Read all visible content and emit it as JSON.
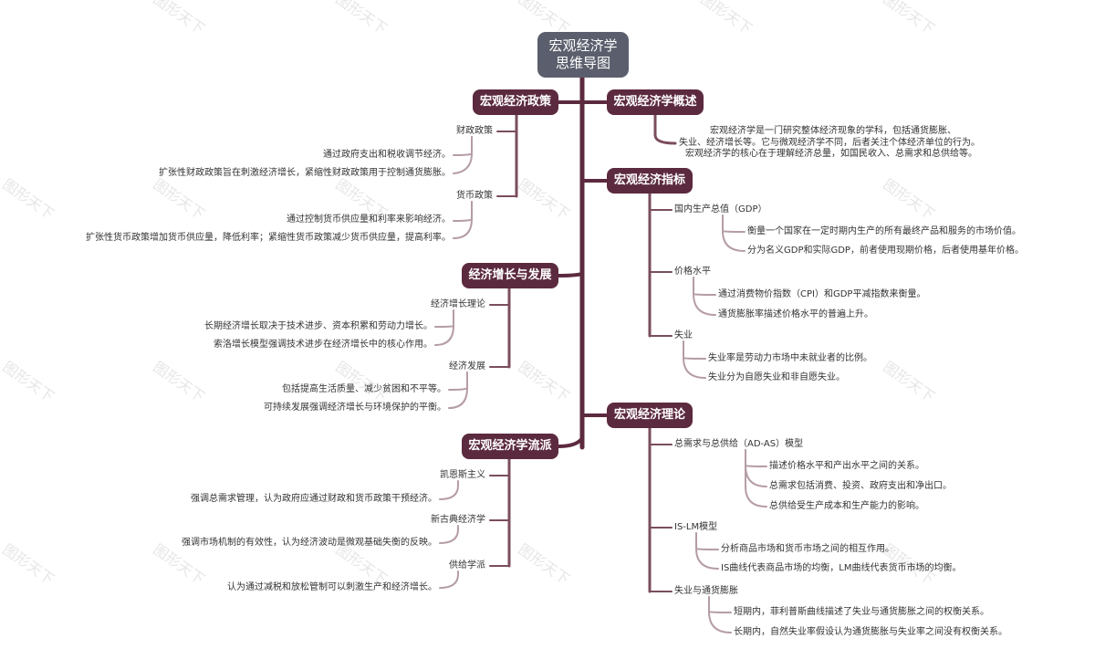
{
  "root": {
    "line1": "宏观经济学",
    "line2": "思维导图"
  },
  "watermark": "图形天下",
  "left": {
    "policy": {
      "title": "宏观经济政策",
      "fiscal": {
        "label": "财政政策",
        "items": [
          "通过政府支出和税收调节经济。",
          "扩张性财政政策旨在刺激经济增长，紧缩性财政政策用于控制通货膨胀。"
        ]
      },
      "monetary": {
        "label": "货币政策",
        "items": [
          "通过控制货币供应量和利率来影响经济。",
          "扩张性货币政策增加货币供应量，降低利率；紧缩性货币政策减少货币供应量，提高利率。"
        ]
      }
    },
    "growth": {
      "title": "经济增长与发展",
      "theory": {
        "label": "经济增长理论",
        "items": [
          "长期经济增长取决于技术进步、资本积累和劳动力增长。",
          "索洛增长模型强调技术进步在经济增长中的核心作用。"
        ]
      },
      "development": {
        "label": "经济发展",
        "items": [
          "包括提高生活质量、减少贫困和不平等。",
          "可持续发展强调经济增长与环境保护的平衡。"
        ]
      }
    },
    "schools": {
      "title": "宏观经济学流派",
      "keynes": {
        "label": "凯恩斯主义",
        "items": [
          "强调总需求管理，认为政府应通过财政和货币政策干预经济。"
        ]
      },
      "neoclassical": {
        "label": "新古典经济学",
        "items": [
          "强调市场机制的有效性，认为经济波动是微观基础失衡的反映。"
        ]
      },
      "supply": {
        "label": "供给学派",
        "items": [
          "认为通过减税和放松管制可以刺激生产和经济增长。"
        ]
      }
    }
  },
  "right": {
    "overview": {
      "title": "宏观经济学概述",
      "lines": [
        "宏观经济学是一门研究整体经济现象的学科，包括通货膨胀、",
        "失业、经济增长等。它与微观经济学不同，后者关注个体经济单位的行为。",
        "宏观经济学的核心在于理解经济总量，如国民收入、总需求和总供给等。"
      ]
    },
    "indicators": {
      "title": "宏观经济指标",
      "gdp": {
        "label": "国内生产总值（GDP）",
        "items": [
          "衡量一个国家在一定时期内生产的所有最终产品和服务的市场价值。",
          "分为名义GDP和实际GDP，前者使用现期价格，后者使用基年价格。"
        ]
      },
      "price": {
        "label": "价格水平",
        "items": [
          "通过消费物价指数（CPI）和GDP平减指数来衡量。",
          "通货膨胀率描述价格水平的普遍上升。"
        ]
      },
      "unemp": {
        "label": "失业",
        "items": [
          "失业率是劳动力市场中未就业者的比例。",
          "失业分为自愿失业和非自愿失业。"
        ]
      }
    },
    "theory": {
      "title": "宏观经济理论",
      "adas": {
        "label": "总需求与总供给（AD-AS）模型",
        "items": [
          "描述价格水平和产出水平之间的关系。",
          "总需求包括消费、投资、政府支出和净出口。",
          "总供给受生产成本和生产能力的影响。"
        ]
      },
      "islm": {
        "label": "IS-LM模型",
        "items": [
          "分析商品市场和货币市场之间的相互作用。",
          "IS曲线代表商品市场的均衡，LM曲线代表货币市场的均衡。"
        ]
      },
      "phillips": {
        "label": "失业与通货膨胀",
        "items": [
          "短期内，菲利普斯曲线描述了失业与通货膨胀之间的权衡关系。",
          "长期内，自然失业率假设认为通货膨胀与失业率之间没有权衡关系。"
        ]
      }
    }
  },
  "colors": {
    "branch": "#5c2a3f",
    "root": "#5b5f6d",
    "line_main": "#5c2a3f",
    "line_sub": "#9a7584",
    "line_leaf": "#c2aab3"
  }
}
